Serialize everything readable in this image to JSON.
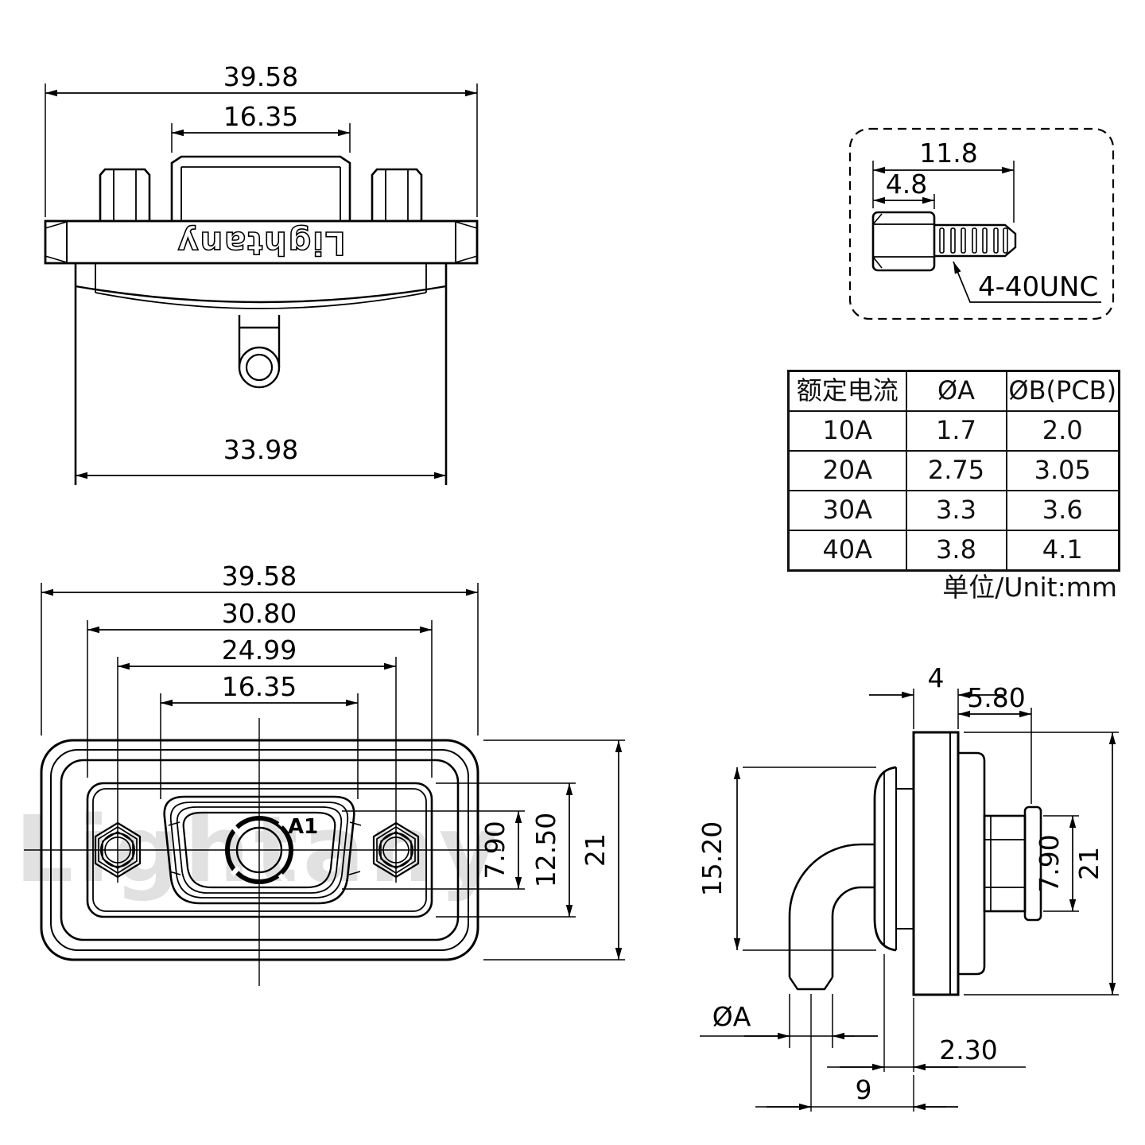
{
  "top_view": {
    "w_overall": "39.58",
    "w_mating": "16.35",
    "w_body": "33.98",
    "logo": "Lightany"
  },
  "screw_detail": {
    "len_total": "11.8",
    "len_head": "4.8",
    "thread": "4-40UNC"
  },
  "spec_table": {
    "headers": [
      "额定电流",
      "ØA",
      "ØB(PCB)"
    ],
    "rows": [
      [
        "10A",
        "1.7",
        "2.0"
      ],
      [
        "20A",
        "2.75",
        "3.05"
      ],
      [
        "30A",
        "3.3",
        "3.6"
      ],
      [
        "40A",
        "3.8",
        "4.1"
      ]
    ],
    "unit_note": "单位/Unit:mm"
  },
  "front_view": {
    "w_shell": "39.58",
    "w_panel": "30.80",
    "w_screws": "24.99",
    "w_opening": "16.35",
    "h_opening": "7.90",
    "h_panel": "12.50",
    "h_shell": "21",
    "contact_label": "A1",
    "watermark": "Lightany"
  },
  "side_view": {
    "t_flange": "4",
    "len_rear": "5.80",
    "d_hood": "15.20",
    "h_screw": "7.90",
    "h_shell": "21",
    "d_pin": "ØA",
    "gap": "2.30",
    "off_pin": "9"
  }
}
